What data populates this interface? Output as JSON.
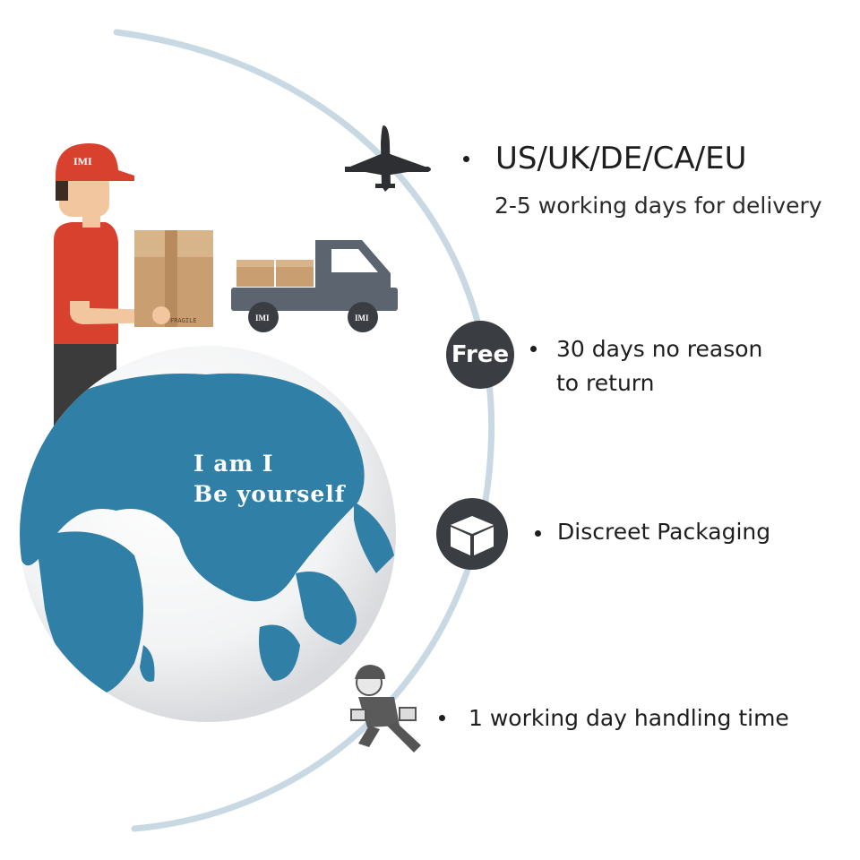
{
  "brand": {
    "logo_text": "IMI"
  },
  "slogan": {
    "line1": "I am I",
    "line2": "Be yourself"
  },
  "shipping": {
    "regions": "US/UK/DE/CA/EU",
    "delivery": "2-5 working days for delivery"
  },
  "returns": {
    "badge": "Free",
    "line1": "30 days no reason",
    "line2": "to return"
  },
  "packaging": {
    "label": "Discreet Packaging"
  },
  "handling": {
    "label": "1 working day handling time"
  },
  "icons": {
    "shipping": "airplane-icon",
    "returns": "free-badge-icon",
    "packaging": "box-icon",
    "handling": "courier-icon"
  },
  "colors": {
    "shirt": "#d9412f",
    "globe_ocean": "#2f7fa6",
    "arc": "#c5d6e0",
    "badge": "#3a3d42",
    "truck": "#5c6470"
  }
}
